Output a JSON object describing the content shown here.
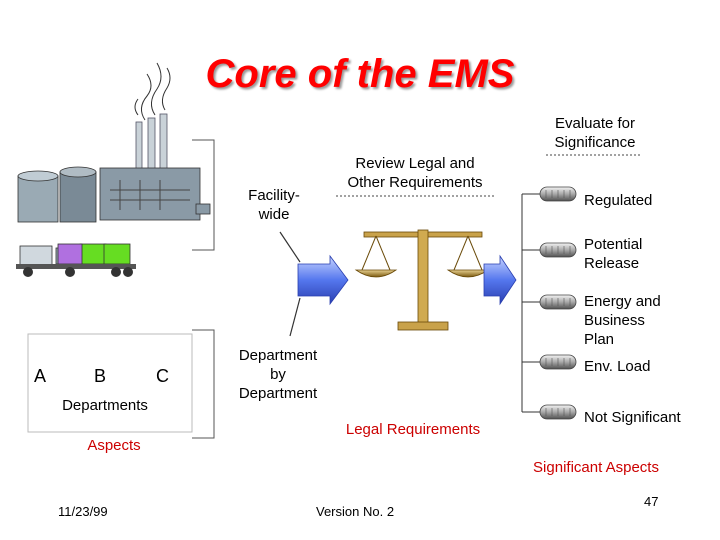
{
  "title": "Core of the EMS",
  "labels": {
    "facility_wide": "Facility-\nwide",
    "department_by_department": "Department\nby\nDepartment",
    "departments": "Departments",
    "aspects": "Aspects",
    "review_legal": "Review Legal and\nOther Requirements",
    "legal_requirements": "Legal Requirements",
    "evaluate": "Evaluate for\nSignificance",
    "significant_aspects": "Significant Aspects"
  },
  "department_letters": [
    "A",
    "B",
    "C"
  ],
  "outcomes": [
    "Regulated",
    "Potential\nRelease",
    "Energy and\nBusiness\nPlan",
    "Env. Load",
    "Not Significant"
  ],
  "footer": {
    "date": "11/23/99",
    "version": "Version No. 2",
    "page": "47"
  },
  "colors": {
    "title": "#ff0000",
    "accent_red": "#cc0000",
    "arrow_blue": "#5577ee",
    "tank_purple": "#b070e0",
    "tank_green": "#66dd22",
    "factory_gray": "#8a9aa6"
  }
}
